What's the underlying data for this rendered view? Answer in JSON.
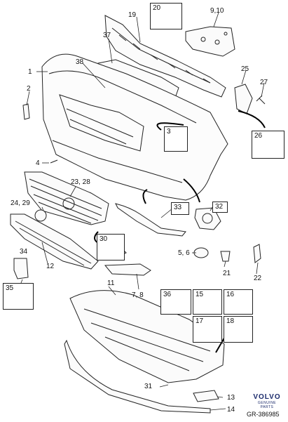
{
  "callouts": {
    "c1": "1",
    "c2": "2",
    "c3": "3",
    "c4": "4",
    "c5_6": "5, 6",
    "c7_8": "7, 8",
    "c9_10": "9,10",
    "c11": "11",
    "c12": "12",
    "c13": "13",
    "c14": "14",
    "c15": "15",
    "c16": "16",
    "c17": "17",
    "c18": "18",
    "c19": "19",
    "c20": "20",
    "c21": "21",
    "c22": "22",
    "c23_28": "23, 28",
    "c24_29": "24, 29",
    "c25": "25",
    "c26": "26",
    "c27": "27",
    "c30": "30",
    "c31": "31",
    "c32": "32",
    "c33": "33",
    "c34": "34",
    "c35": "35",
    "c36": "36",
    "c37": "37",
    "c38": "38"
  },
  "brand": {
    "name": "VOLVO",
    "tagline": "GENUINE PARTS"
  },
  "figure_id": "GR-386985"
}
